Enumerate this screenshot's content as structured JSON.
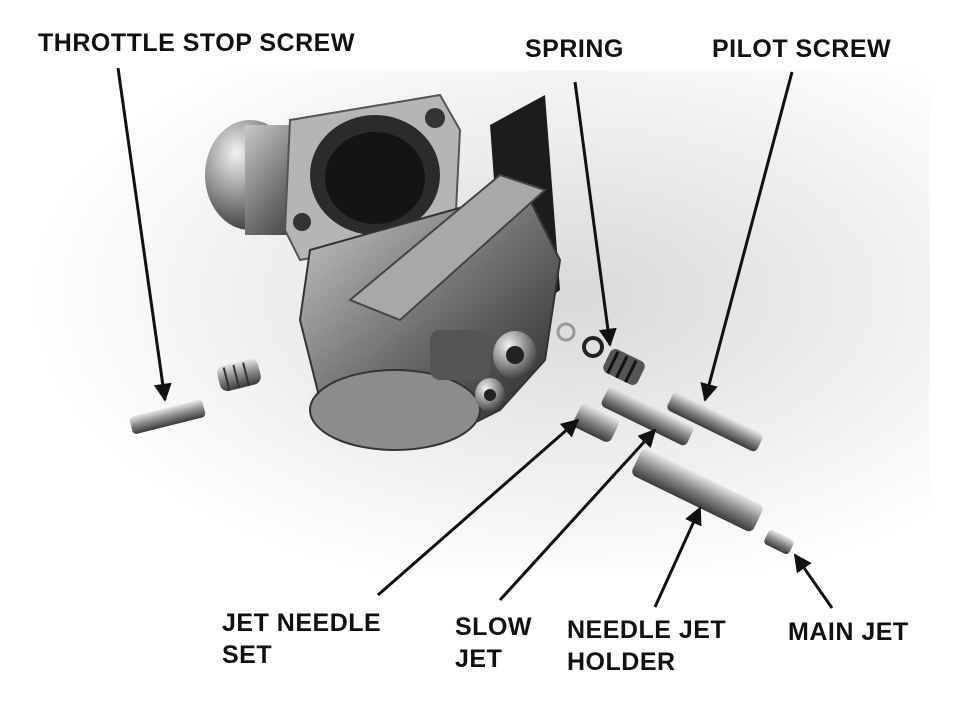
{
  "labels": {
    "throttle_stop_screw": "THROTTLE STOP SCREW",
    "spring": "SPRING",
    "pilot_screw": "PILOT SCREW",
    "jet_needle_line1": "JET NEEDLE",
    "jet_needle_line2": "SET",
    "slow_jet_line1": "SLOW",
    "slow_jet_line2": "JET",
    "needle_jet_holder_line1": "NEEDLE JET",
    "needle_jet_holder_line2": "HOLDER",
    "main_jet": "MAIN JET"
  },
  "colors": {
    "text": "#111111",
    "arrow": "#111111",
    "background": "#ffffff"
  }
}
